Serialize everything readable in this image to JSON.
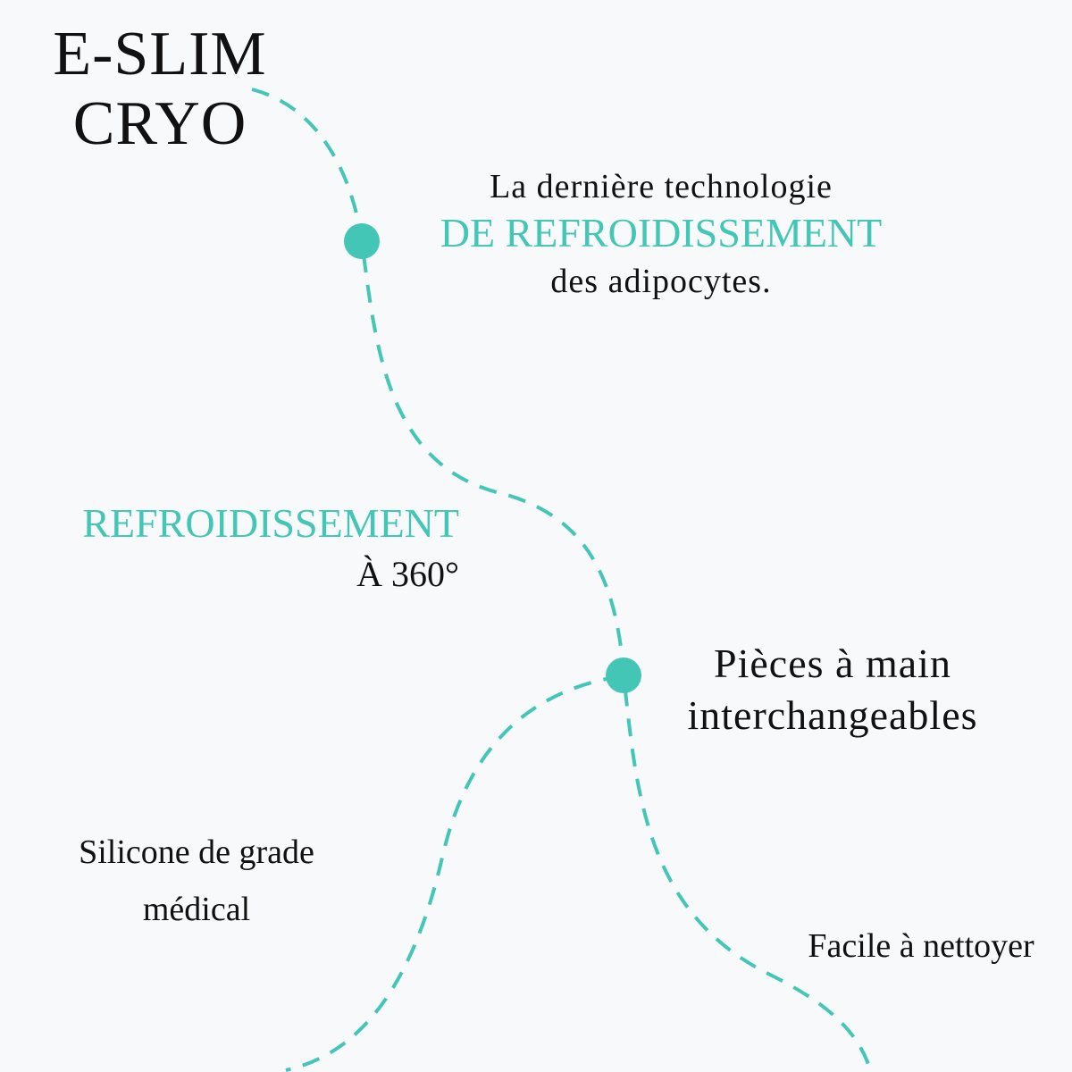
{
  "colors": {
    "accent": "#43c6b6",
    "text": "#111111",
    "background": "#f8f9fa"
  },
  "title": {
    "line1": "E-SLIM",
    "line2": "CRYO"
  },
  "nodes": {
    "technology": {
      "line1": "La dernière technologie",
      "line2": "DE REFROIDISSEMENT",
      "line3": "des adipocytes."
    },
    "cooling": {
      "line1": "REFROIDISSEMENT",
      "line2": "À 360°"
    },
    "handpieces": {
      "line1": "Pièces à main",
      "line2": "interchangeables"
    },
    "silicone": {
      "line1": "Silicone de grade",
      "line2": "médical"
    },
    "cleaning": {
      "line1": "Facile à nettoyer"
    }
  }
}
